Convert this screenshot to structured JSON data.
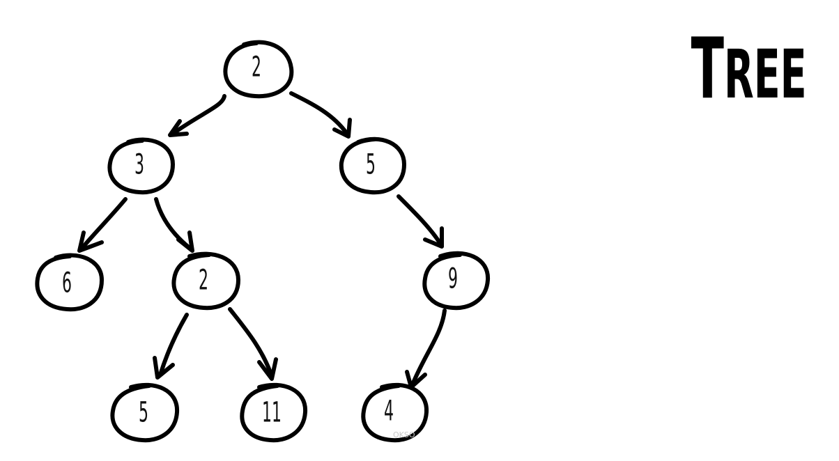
{
  "title": "Tree",
  "watermark": "OKSO",
  "colors": {
    "ink": "#000000",
    "background": "#ffffff",
    "watermark": "#c8c8c8"
  },
  "nodes": [
    {
      "id": "n1",
      "label": "2"
    },
    {
      "id": "n2",
      "label": "3"
    },
    {
      "id": "n3",
      "label": "5"
    },
    {
      "id": "n4",
      "label": "6"
    },
    {
      "id": "n5",
      "label": "2"
    },
    {
      "id": "n6",
      "label": "9"
    },
    {
      "id": "n7",
      "label": "5"
    },
    {
      "id": "n8",
      "label": "11"
    },
    {
      "id": "n9",
      "label": "4"
    }
  ],
  "edges": [
    {
      "from": "n1",
      "to": "n2"
    },
    {
      "from": "n1",
      "to": "n3"
    },
    {
      "from": "n2",
      "to": "n4"
    },
    {
      "from": "n2",
      "to": "n5"
    },
    {
      "from": "n3",
      "to": "n6"
    },
    {
      "from": "n5",
      "to": "n7"
    },
    {
      "from": "n5",
      "to": "n8"
    },
    {
      "from": "n6",
      "to": "n9"
    }
  ]
}
